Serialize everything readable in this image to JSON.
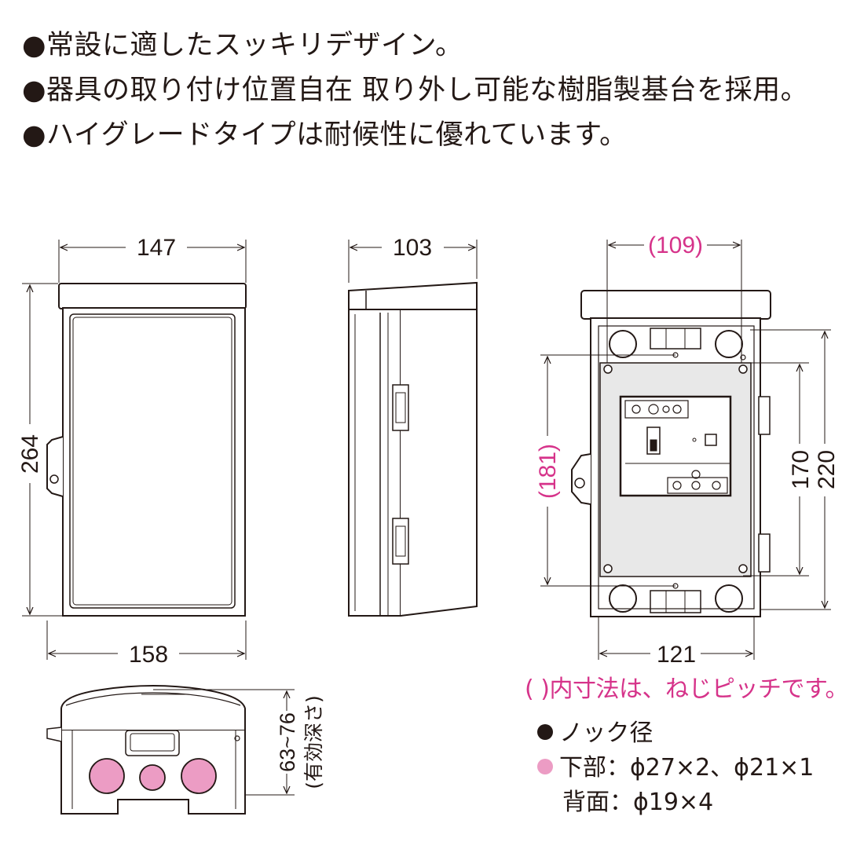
{
  "features": [
    "●常設に適したスッキリデザイン。",
    "●器具の取り付け位置自在 取り外し可能な樹脂製基台を採用。",
    "●ハイグレードタイプは耐候性に優れています。"
  ],
  "dimensions": {
    "front_width_top": "147",
    "front_width_bottom": "158",
    "front_height": "264",
    "side_depth": "103",
    "inner_pitch_top": "(109)",
    "inner_width_bottom": "121",
    "inner_pitch_left": "(181)",
    "inner_height_170": "170",
    "inner_height_220": "220",
    "bottom_depth": "63~76",
    "bottom_depth_note": "(有効深さ)"
  },
  "note": "( )内寸法は、ねじピッチです。",
  "knockout": {
    "title": "ノック径",
    "bottom": "下部：ϕ27×2、ϕ21×1",
    "back": "背面：ϕ19×4"
  },
  "colors": {
    "line": "#231815",
    "accent_pink": "#d6338a",
    "knock_fill": "#ec9cc4",
    "plate_gray": "#e8e8e8"
  }
}
